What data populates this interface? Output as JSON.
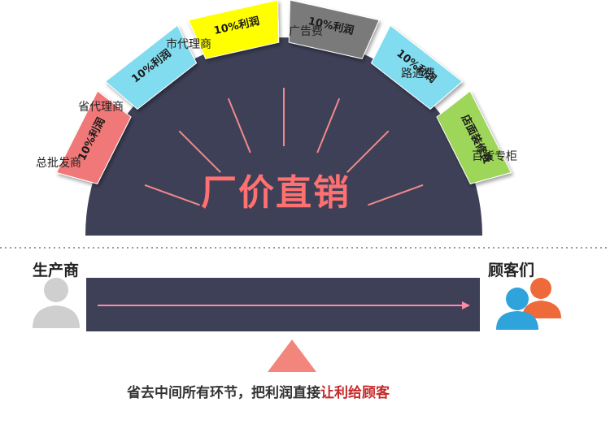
{
  "segments": [
    {
      "inner": "10%利润",
      "outer": "总批发商",
      "color": "#f07878"
    },
    {
      "inner": "10%利润",
      "outer": "省代理商",
      "color": "#82dcf0"
    },
    {
      "inner": "10%利润",
      "outer": "市代理商",
      "color": "#ffff00"
    },
    {
      "inner": "10%利润",
      "outer": "广告费",
      "color": "#7a7a7a"
    },
    {
      "inner": "10%利润",
      "outer": "路通费",
      "color": "#82dcf0"
    },
    {
      "inner": "店面装修费",
      "outer": "百货专柜",
      "color": "#9ed65a"
    }
  ],
  "center_title": "厂价直销",
  "producer": {
    "label": "生产商",
    "icon": "person-icon"
  },
  "customers": {
    "label": "顾客们",
    "icon": "people-icon"
  },
  "caption": {
    "normal": "省去中间所有环节，把利润直接",
    "highlight": "让利给顾客"
  },
  "colors": {
    "dome": "#3e4057",
    "bar": "#3e4057",
    "arrow": "#ff8aa6",
    "triangle": "#f2857c",
    "title": "#ff7070",
    "highlight": "#c62828",
    "customer_front": "#2ea3dc",
    "customer_back": "#ef6a3a",
    "producer": "#cfcfcf"
  }
}
